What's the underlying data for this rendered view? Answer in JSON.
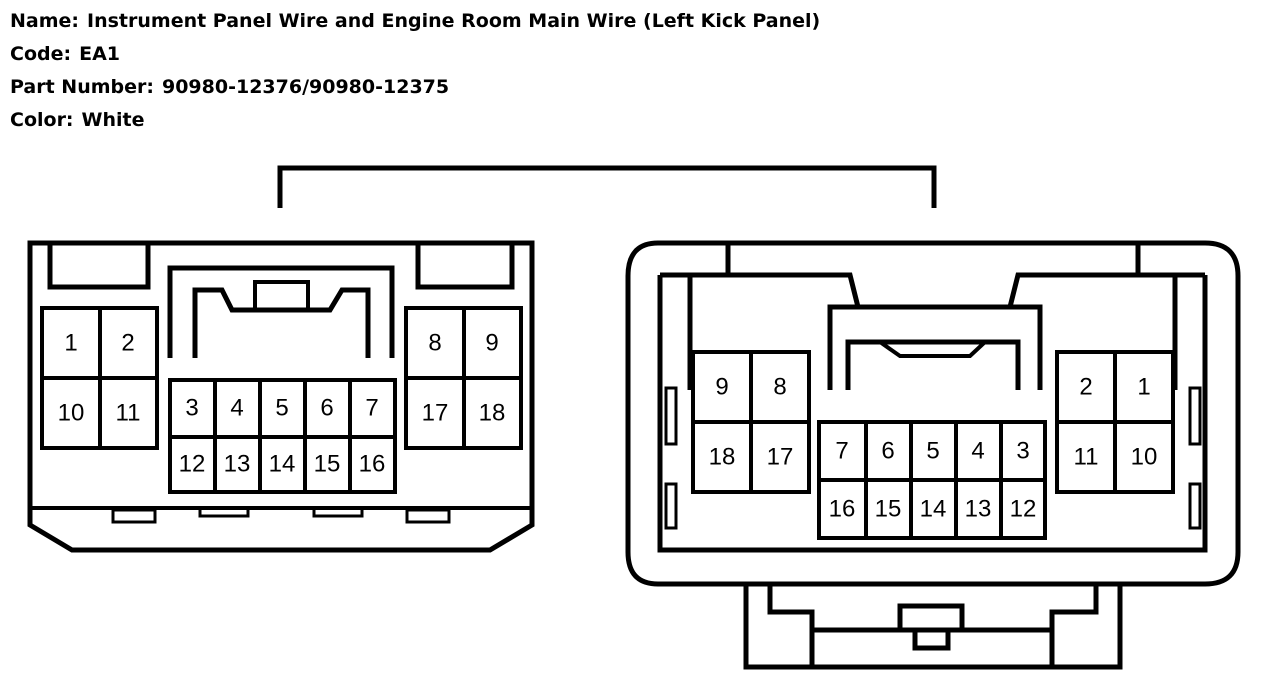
{
  "header": {
    "name_label": "Name:",
    "name_value": "Instrument Panel Wire and Engine Room Main Wire (Left Kick Panel)",
    "code_label": "Code:",
    "code_value": "EA1",
    "part_label": "Part Number:",
    "part_value": "90980-12376/90980-12375",
    "color_label": "Color:",
    "color_value": "White"
  },
  "connectors": {
    "left": {
      "pins": [
        "1",
        "2",
        "10",
        "11",
        "3",
        "4",
        "5",
        "6",
        "7",
        "12",
        "13",
        "14",
        "15",
        "16",
        "8",
        "9",
        "17",
        "18"
      ]
    },
    "right": {
      "pins": [
        "9",
        "8",
        "18",
        "17",
        "7",
        "6",
        "5",
        "4",
        "3",
        "16",
        "15",
        "14",
        "13",
        "12",
        "2",
        "1",
        "11",
        "10"
      ]
    }
  }
}
